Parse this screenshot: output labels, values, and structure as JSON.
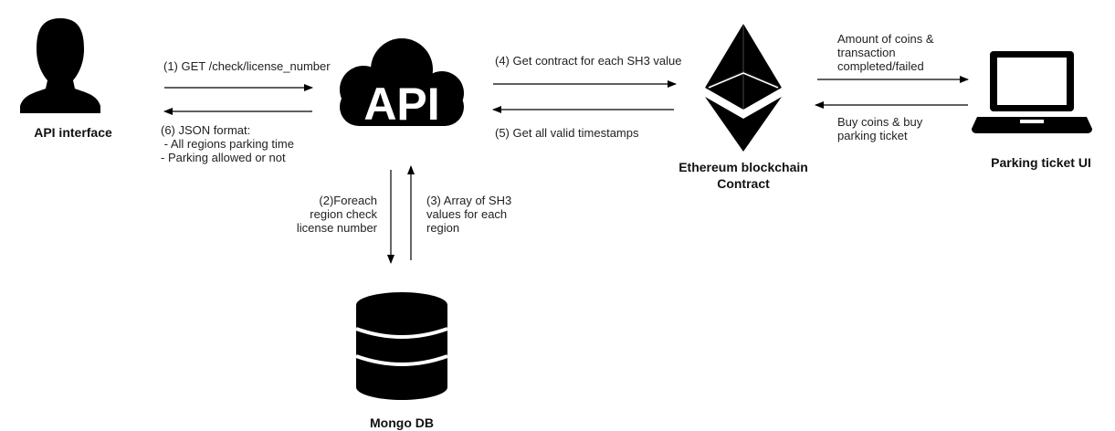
{
  "nodes": {
    "api_interface": {
      "label": "API interface",
      "icon": "user-icon"
    },
    "api": {
      "label": "API",
      "icon": "cloud-api-icon"
    },
    "ethereum": {
      "label": "Ethereum blockchain\nContract",
      "icon": "ethereum-icon"
    },
    "parking_ui": {
      "label": "Parking ticket UI",
      "icon": "laptop-icon"
    },
    "mongo": {
      "label": "Mongo DB",
      "icon": "database-icon"
    }
  },
  "edges": {
    "e1": "(1) GET /check/license_number",
    "e2": "(2)Foreach\nregion check\nlicense number",
    "e3": "(3) Array of SH3\nvalues for each\nregion",
    "e4": "(4) Get contract for each SH3 value",
    "e5": "(5) Get all valid timestamps",
    "e6": "(6) JSON format:\n - All regions parking time\n- Parking allowed or not",
    "e7": "Amount of coins &\ntransaction\ncompleted/failed",
    "e8": "Buy coins & buy\nparking ticket"
  },
  "colors": {
    "icon": "#000000",
    "line": "#000000",
    "background": "#ffffff"
  }
}
